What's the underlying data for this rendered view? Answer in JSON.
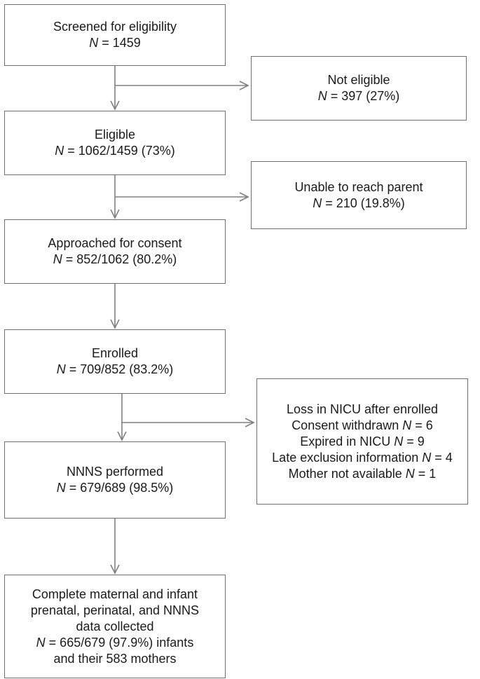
{
  "boxes": {
    "screened": {
      "title": "Screened for eligibility",
      "n_label": "N",
      "n_value": " = 1459"
    },
    "not_eligible": {
      "title": "Not eligible",
      "n_label": "N",
      "n_value": " = 397 (27%)"
    },
    "eligible": {
      "title": "Eligible",
      "n_label": "N",
      "n_value": " = 1062/1459 (73%)"
    },
    "unable_reach": {
      "title": "Unable to reach parent",
      "n_label": "N",
      "n_value": " = 210 (19.8%)"
    },
    "approached": {
      "title": "Approached for consent",
      "n_label": "N",
      "n_value": " = 852/1062 (80.2%)"
    },
    "enrolled": {
      "title": "Enrolled",
      "n_label": "N",
      "n_value": " = 709/852 (83.2%)"
    },
    "loss": {
      "title": "Loss in NICU after enrolled",
      "items": [
        {
          "text": "Consent withdrawn ",
          "n_label": "N",
          "n_value": " = 6"
        },
        {
          "text": "Expired in NICU ",
          "n_label": "N",
          "n_value": " = 9"
        },
        {
          "text": "Late exclusion information ",
          "n_label": "N",
          "n_value": " = 4"
        },
        {
          "text": "Mother not available ",
          "n_label": "N",
          "n_value": " = 1"
        }
      ]
    },
    "nnns": {
      "title": "NNNS performed",
      "n_label": "N",
      "n_value": " = 679/689 (98.5%)"
    },
    "complete": {
      "lines": [
        "Complete maternal and infant",
        "prenatal, perinatal, and NNNS",
        "data collected"
      ],
      "n_label": "N",
      "n_value": " = 665/679 (97.9%) infants",
      "last_line": "and their 583 mothers"
    }
  }
}
